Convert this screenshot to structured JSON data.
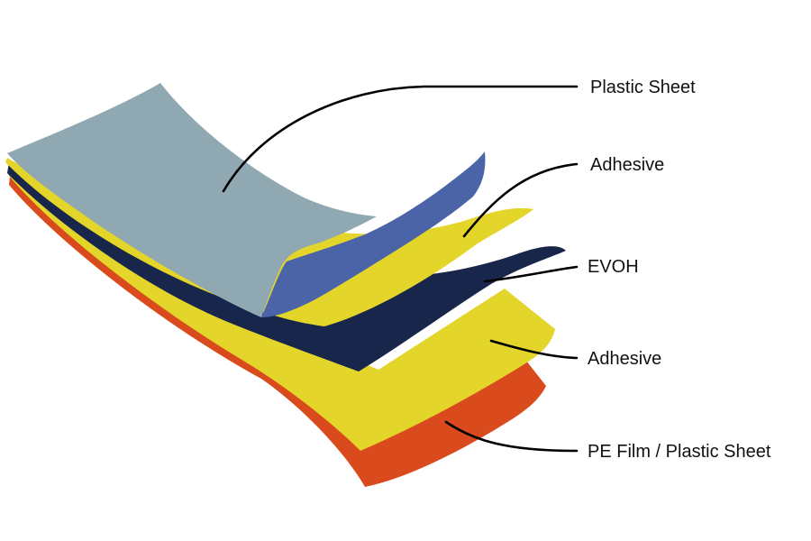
{
  "layers": [
    {
      "id": "plastic-sheet-top",
      "label": "Plastic Sheet",
      "color": "#8fa8b2"
    },
    {
      "id": "adhesive-top",
      "label": "Adhesive",
      "color": "#e3d52a"
    },
    {
      "id": "evoh",
      "label": "EVOH",
      "color": "#17264a"
    },
    {
      "id": "adhesive-bottom",
      "label": "Adhesive",
      "color": "#e3d52a"
    },
    {
      "id": "pe-film",
      "label": "PE Film /  Plastic Sheet",
      "color": "#d94a1c"
    }
  ],
  "extra_colors": {
    "curl_blue": "#4b64a8",
    "curl_blue_dark": "#3a5196"
  }
}
